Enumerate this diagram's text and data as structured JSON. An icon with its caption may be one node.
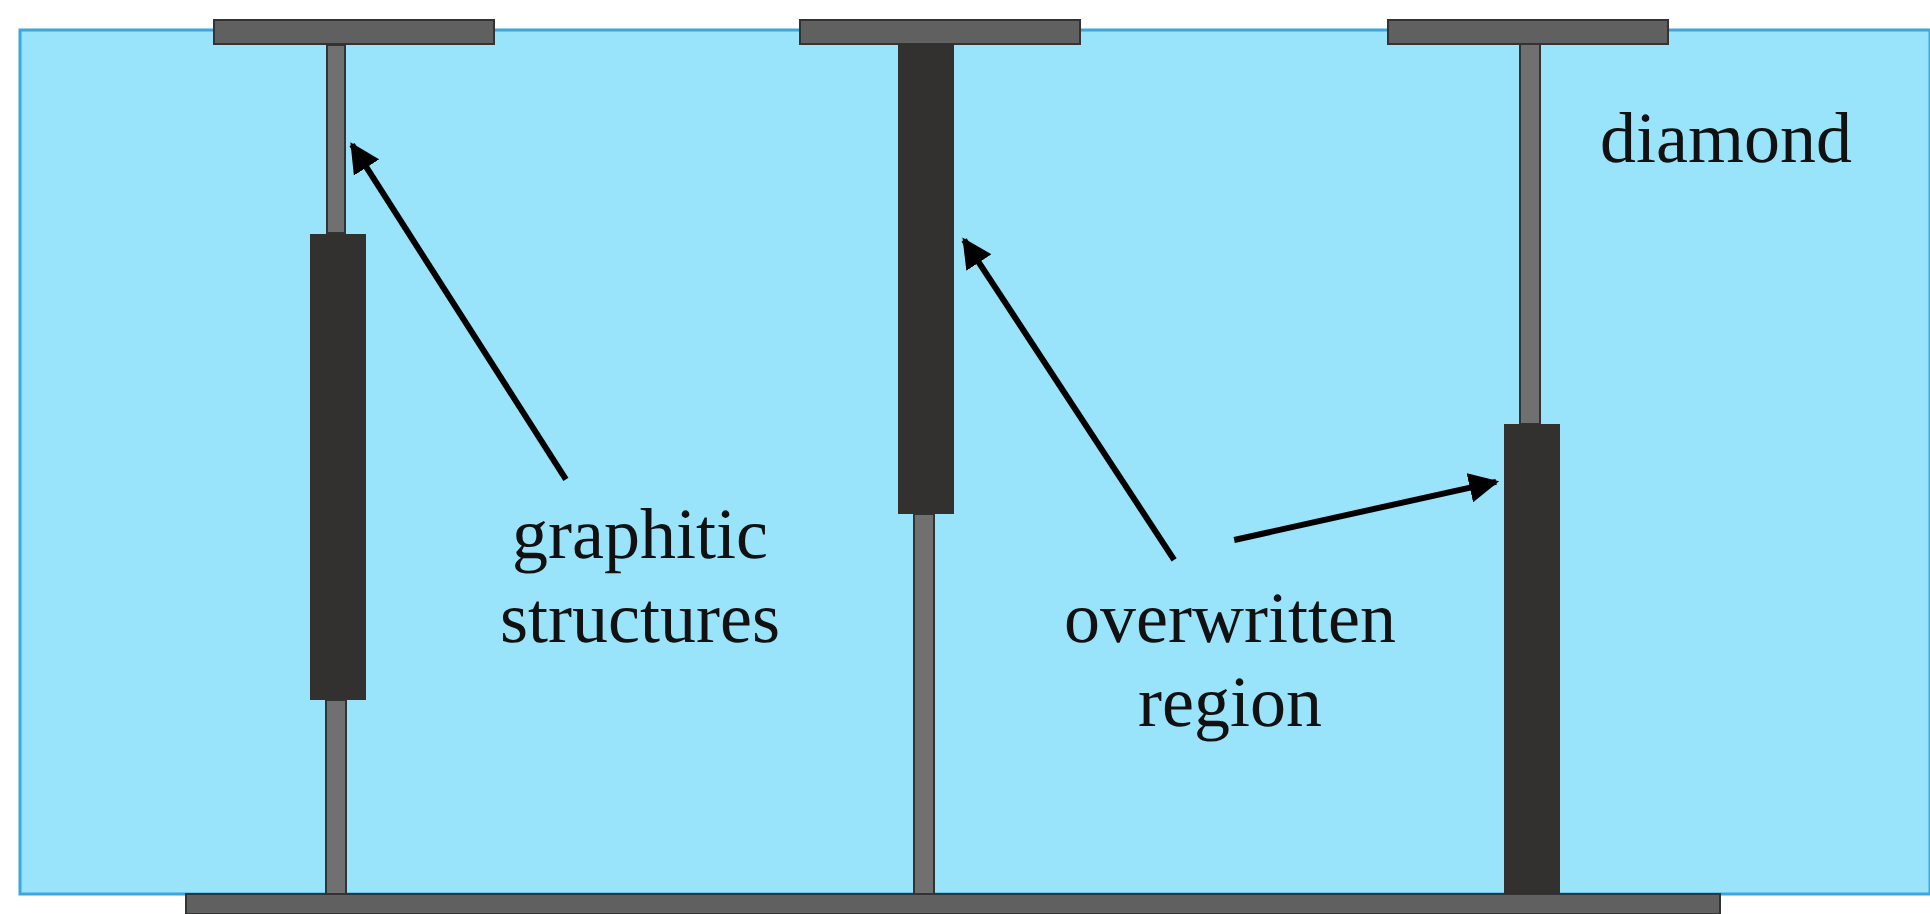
{
  "diagram": {
    "nodes": [
      {
        "text": [
          "graphitic structures"
        ]
      },
      {
        "text": [],
        "shape": "bar"
      },
      {
        "text": [
          "overwritten region"
        ]
      },
      {
        "text": [],
        "shape": "bar"
      },
      {
        "text": [],
        "shape": "bar"
      }
    ],
    "edges": [
      {
        "from": 0,
        "to": 1,
        "arrow": "to"
      },
      {
        "from": 2,
        "to": 3,
        "arrow": "to"
      },
      {
        "from": 2,
        "to": 4,
        "arrow": "to"
      }
    ],
    "labels": [
      "diamond"
    ]
  }
}
